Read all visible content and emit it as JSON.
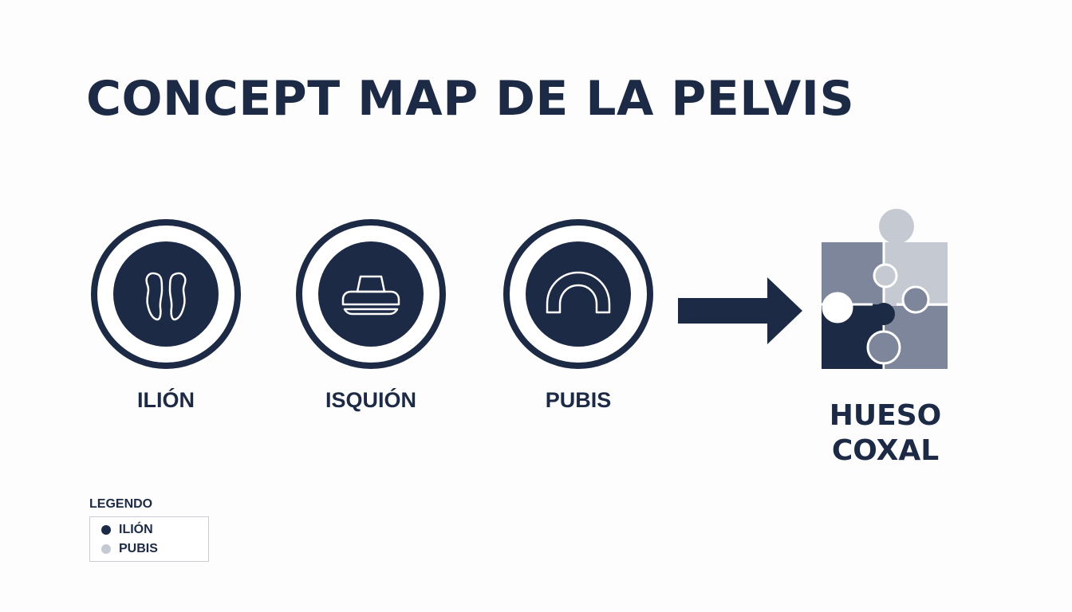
{
  "title": "CONCEPT MAP DE LA PELVIS",
  "nodes": [
    {
      "label": "ILIÓN",
      "icon": "ilium-bones-icon"
    },
    {
      "label": "ISQUIÓN",
      "icon": "ischium-block-icon"
    },
    {
      "label": "PUBIS",
      "icon": "pubis-arch-icon"
    }
  ],
  "result": {
    "line1": "HUESO",
    "line2": "COXAL",
    "icon": "puzzle-pieces-icon"
  },
  "legend": {
    "title": "LEGENDO",
    "items": [
      {
        "label": "ILIÓN",
        "color": "#1c2a45"
      },
      {
        "label": "PUBIS",
        "color": "#c5c9d1"
      }
    ]
  },
  "colors": {
    "navy": "#1c2a45",
    "slate": "#7d869a",
    "light": "#c5c9d1"
  }
}
